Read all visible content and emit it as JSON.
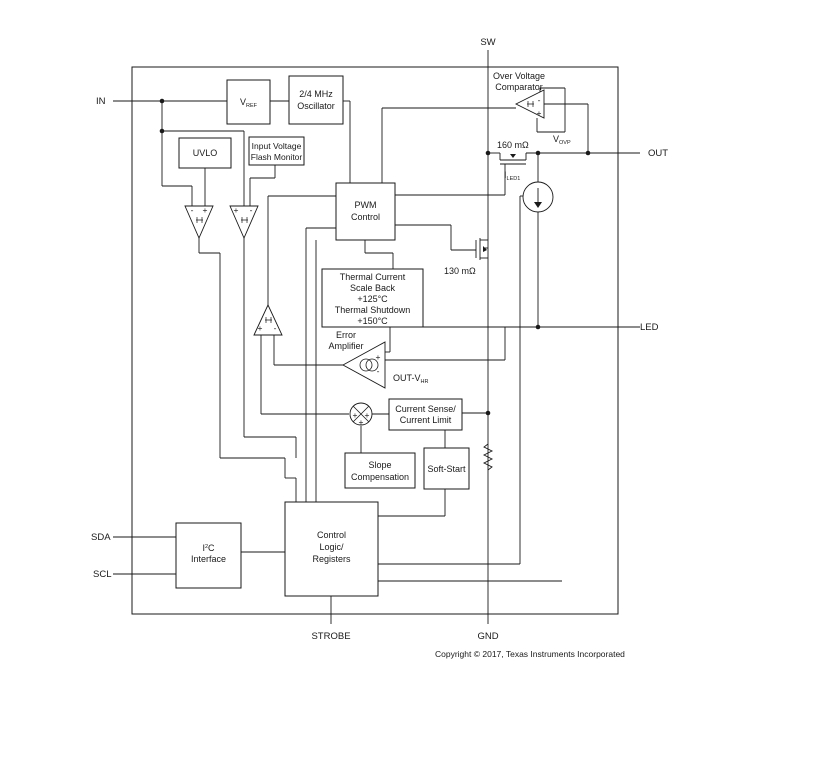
{
  "pins": {
    "in": "IN",
    "sw": "SW",
    "out": "OUT",
    "led": "LED",
    "sda": "SDA",
    "scl": "SCL",
    "strobe": "STROBE",
    "gnd": "GND"
  },
  "blocks": {
    "vref": {
      "main": "V",
      "sub": "REF"
    },
    "oscillator": [
      "2/4 MHz",
      "Oscillator"
    ],
    "uvlo": "UVLO",
    "input_monitor": [
      "Input Voltage",
      "Flash Monitor"
    ],
    "pwm": [
      "PWM",
      "Control"
    ],
    "thermal": [
      "Thermal Current",
      "Scale Back",
      "+125°C",
      "Thermal Shutdown",
      "+150°C"
    ],
    "current_sense": [
      "Current Sense/",
      "Current Limit"
    ],
    "slope": [
      "Slope",
      "Compensation"
    ],
    "softstart": "Soft-Start",
    "control_logic": [
      "Control",
      "Logic/",
      "Registers"
    ],
    "i2c": {
      "main": "I",
      "sup": "2",
      "rest": "C",
      "line2": "Interface"
    }
  },
  "labels": {
    "ovc": [
      "Over Voltage",
      "Comparator"
    ],
    "vovp": {
      "main": "V",
      "sub": "OVP"
    },
    "pfet": "160 mΩ",
    "iled": {
      "main": "I",
      "sub": "LED1"
    },
    "nfet": "130 mΩ",
    "error_amp": [
      "Error",
      "Amplifier"
    ],
    "out_vhr": {
      "main": "OUT-V",
      "sub": "HR"
    },
    "copyright": "Copyright © 2017, Texas Instruments Incorporated"
  }
}
